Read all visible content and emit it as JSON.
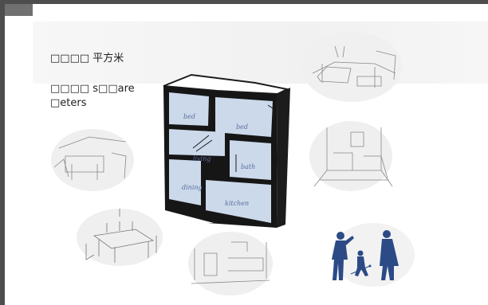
{
  "text": {
    "line1": "□□□□ 平方米",
    "line2": "□□□□ s□□are",
    "line3": "□eters"
  },
  "rooms": {
    "bed_upper": "bed",
    "bed_right": "bed",
    "living": "living",
    "bath": "bath",
    "dining": "dining",
    "kitchen": "kitchen"
  },
  "colors": {
    "frame": "#4d4d4d",
    "room_fill": "#cbd9ea",
    "label": "#5a6f9c",
    "people": "#2c4a86"
  }
}
